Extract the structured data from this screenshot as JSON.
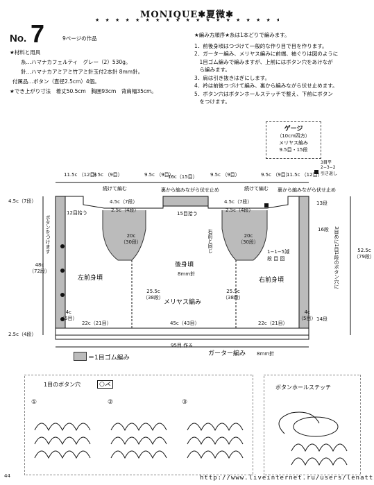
{
  "header": {
    "title": "MONIQUE✱夏微✱",
    "stars": "★ ★ ★ ★ ★ ★ ★ ★ ★ ★ ★ ★ ★ ★ ★ ★ ★ ★ ★ ★ ★ ★ ★ ★ ★ ★ ★ ★ ★ ★ ★ ★ ★ ★ ★ ★ ★ ★ ★ ★ ★ ★ ★ ★ ★"
  },
  "pattern": {
    "no_label": "No.",
    "number": "7",
    "ref": "9ページの作品"
  },
  "materials": {
    "heading": "★材料と用具",
    "yarn": "糸…ハマナカフェルティ　グレー（2）530g。",
    "needles": "針…ハマナカアミアミ竹アミ針玉付2本針 8mm針。",
    "accessories": "付属品…ボタン（直径2.5cm）4個。",
    "size": "★でき上がり寸法　着丈50.5cm　胸囲93cm　背肩幅35cm。"
  },
  "steps": {
    "heading": "★編み方順序★糸は1本どりで編みます。",
    "items": [
      "1．前後身頃はつづけて一般的な作り目で目を作ります。",
      "2．ガーター編み、メリヤス編みに前端、袖ぐりは図のように",
      "　1目ゴム編みで編みますが、上前にはボタン穴をあけなが",
      "　ら編みます。",
      "3．肩は引き抜きはぎにします。",
      "4．衿は前後つづけて編み、裏から編みながら伏せ止めます。",
      "5．ボタン穴はボタンホールステッチで整え、下前にボタン",
      "　をつけます。"
    ]
  },
  "gauge": {
    "title": "ゲージ",
    "size": "（10cm四方）",
    "stitch": "メリヤス編み",
    "count": "9.5目・15段"
  },
  "diagram": {
    "top_dims": [
      "11.5c\n（12目）",
      "9.5c\n（9目）",
      "9.5c\n（9目）",
      "16c（15目）",
      "9.5c\n（9目）",
      "9.5c\n（9目）",
      "11.5c\n（12目）"
    ],
    "notes": {
      "continue1": "続けて編む",
      "bind_off1": "裏から編みながら伏せ止め",
      "continue2": "続けて編む",
      "bind_off2": "裏から編みながら伏せ止め",
      "rows_note": "3目平\n2−3−2\n引き返し",
      "shoulder_l": "4.5c（7段）",
      "shoulder_r": "4.5c（7段）",
      "neck_l": "4.5c（7段）",
      "neck_r": "4.5c（7段）",
      "rib_l": "2.5c（4段）",
      "rib_r": "2.5c（4段）",
      "pickup_l": "12目拾う",
      "pickup_c": "15目拾う",
      "pickup_r": "13段",
      "armhole_l": "20c\n（30段）",
      "armhole_r": "20c\n（30段）",
      "same_as_right": "右前と同じ",
      "dec_note": "1−1−5減\n段 目 回",
      "back": "後身頃",
      "back_needle": "8mm針",
      "left_front": "左前身頃",
      "right_front": "右前身頃",
      "stockinette": "メリヤス編み",
      "side_l": "25.5c\n（38段）",
      "side_r": "25.5c\n（38段）",
      "button_pos": "ボタンをつけます",
      "height_l": "48c\n（72段）",
      "hem_l": "4c\n（5目）",
      "hem_r": "4c\n（5目）",
      "rows16": "16段",
      "rows14": "14段",
      "buttonhole_note": "3目めに1目1段のボタン穴に",
      "height_r": "52.5c\n（79段）",
      "hem_w_l": "22c（21目）",
      "hem_w_c": "45c（43目）",
      "hem_w_r": "22c（21目）",
      "garter_h": "2.5c（4段）",
      "cast_on": "95目 作る",
      "garter": "ガーター編み",
      "garter_needle": "8mm針",
      "rib_legend": "＝1目ゴム編み"
    }
  },
  "bottom": {
    "left_title": "1目のボタン穴",
    "right_title": "ボタンホールステッチ",
    "symbol": "○⋌",
    "steps": [
      "①",
      "②",
      "③"
    ]
  },
  "footer": {
    "page": "44",
    "url": "http://www.liveinternet.ru/users/lenatt/"
  }
}
